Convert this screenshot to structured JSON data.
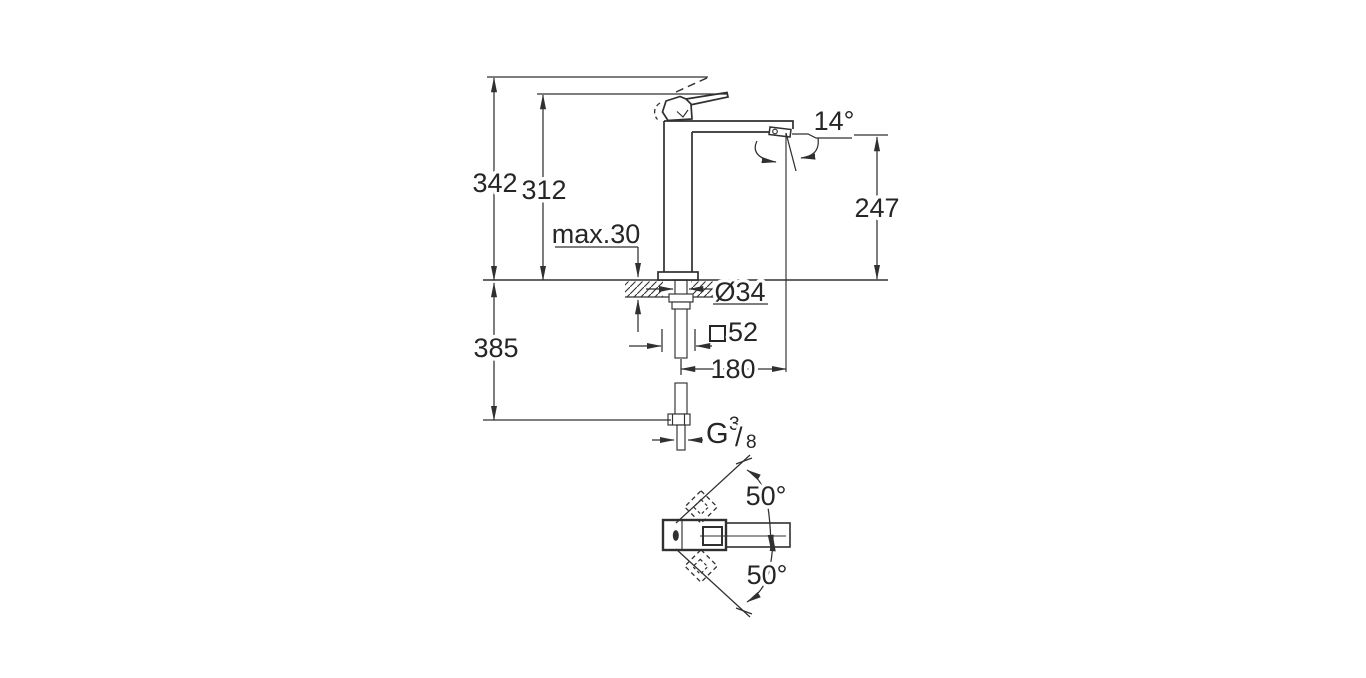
{
  "colors": {
    "background": "#ffffff",
    "line": "#303030",
    "text": "#262626"
  },
  "front_view": {
    "overall_height": "342",
    "height_to_lever": "312",
    "max_deck_thickness": "max.30",
    "height_below_deck": "385",
    "outlet_height": "247",
    "outlet_angle": "14°",
    "hole_diameter": "Ø34",
    "base_square_size": "52",
    "spout_projection": "180",
    "thread_g": "G",
    "thread_numerator": "3",
    "thread_slash": "/",
    "thread_denominator": "8"
  },
  "plan_view": {
    "swivel_angle_upper": "50°",
    "swivel_angle_lower": "50°"
  }
}
